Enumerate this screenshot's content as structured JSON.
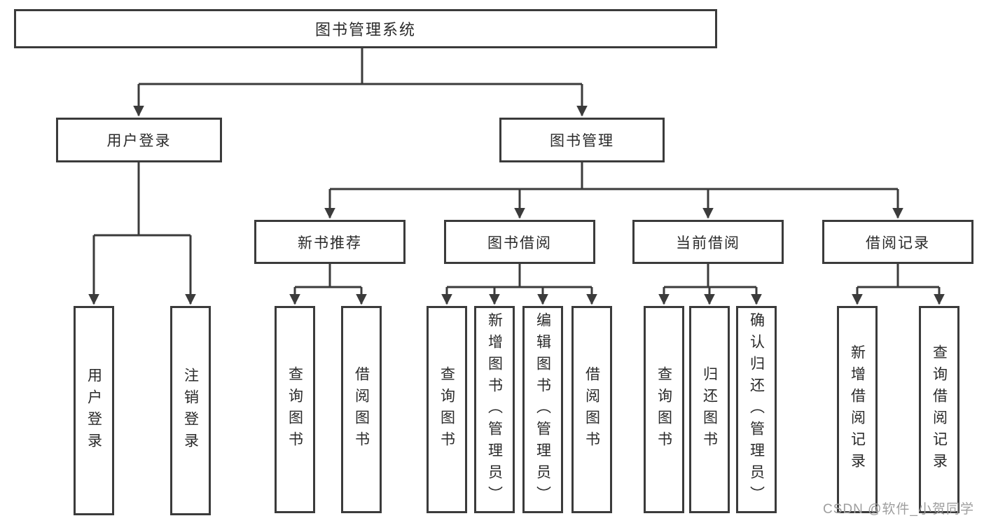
{
  "diagram": {
    "root": {
      "label": "图书管理系统"
    },
    "branches": [
      {
        "label": "用户登录",
        "children": [
          {
            "label": "用户登录"
          },
          {
            "label": "注销登录"
          }
        ]
      },
      {
        "label": "图书管理",
        "children": [
          {
            "label": "新书推荐",
            "children": [
              {
                "label": "查询图书"
              },
              {
                "label": "借阅图书"
              }
            ]
          },
          {
            "label": "图书借阅",
            "children": [
              {
                "label": "查询图书"
              },
              {
                "label": "新增图书（管理员）"
              },
              {
                "label": "编辑图书（管理员）"
              },
              {
                "label": "借阅图书"
              }
            ]
          },
          {
            "label": "当前借阅",
            "children": [
              {
                "label": "查询图书"
              },
              {
                "label": "归还图书"
              },
              {
                "label": "确认归还（管理员）"
              }
            ]
          },
          {
            "label": "借阅记录",
            "children": [
              {
                "label": "新增借阅记录"
              },
              {
                "label": "查询借阅记录"
              }
            ]
          }
        ]
      }
    ]
  },
  "watermark": {
    "text": "CSDN @软件_小贺同学"
  },
  "colors": {
    "line": "#3b3b3b",
    "text": "#2a2a2a",
    "watermark": "#9e9e9e",
    "background": "#ffffff"
  }
}
